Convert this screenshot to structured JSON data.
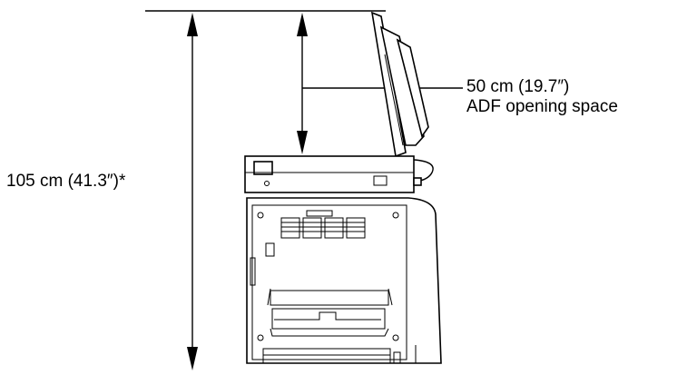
{
  "dimensions": {
    "total_height": "105 cm (41.3″)*",
    "adf_clearance_value": "50 cm (19.7″)",
    "adf_clearance_caption": "ADF opening space"
  }
}
